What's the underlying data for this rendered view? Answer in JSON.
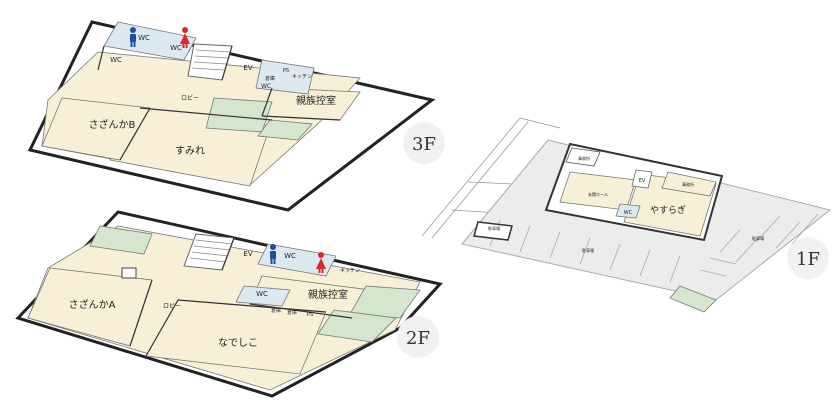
{
  "colors": {
    "room": "#f7efd6",
    "wc": "#dce9f3",
    "green": "#d5e6cf",
    "wall": "#222222",
    "grid": "#cfcfcf",
    "parking": "#efefef",
    "male": "#1d4fa0",
    "female": "#d52a2a",
    "badge_bg": "#f1f1f1"
  },
  "floors": {
    "f3": {
      "badge": "3F",
      "rooms": {
        "b": "さざんかB",
        "sumire": "すみれ",
        "shinzoku": "親族控室",
        "lobby": "ロビー",
        "ev": "EV",
        "wc1": "WC",
        "wc2": "WC",
        "wc3": "WC",
        "wc4": "WC",
        "ps": "PS",
        "kitchen": "キッチン",
        "storage": "倉庫"
      }
    },
    "f2": {
      "badge": "2F",
      "rooms": {
        "a": "さざんかA",
        "nadeshiko": "なでしこ",
        "shinzoku": "親族控室",
        "lobby": "ロビー",
        "ev": "EV",
        "wc1": "WC",
        "wc2": "WC",
        "ps": "PS",
        "kitchen": "キッチン",
        "storage1": "倉庫",
        "storage2": "倉庫"
      }
    },
    "f1": {
      "badge": "1F",
      "rooms": {
        "yasuragi": "やすらぎ",
        "hall": "玄関ホール",
        "office": "事務所",
        "parking1": "駐車場",
        "parking2": "駐車場",
        "parking3": "駐車場",
        "ev": "EV",
        "wc": "WC"
      }
    }
  }
}
